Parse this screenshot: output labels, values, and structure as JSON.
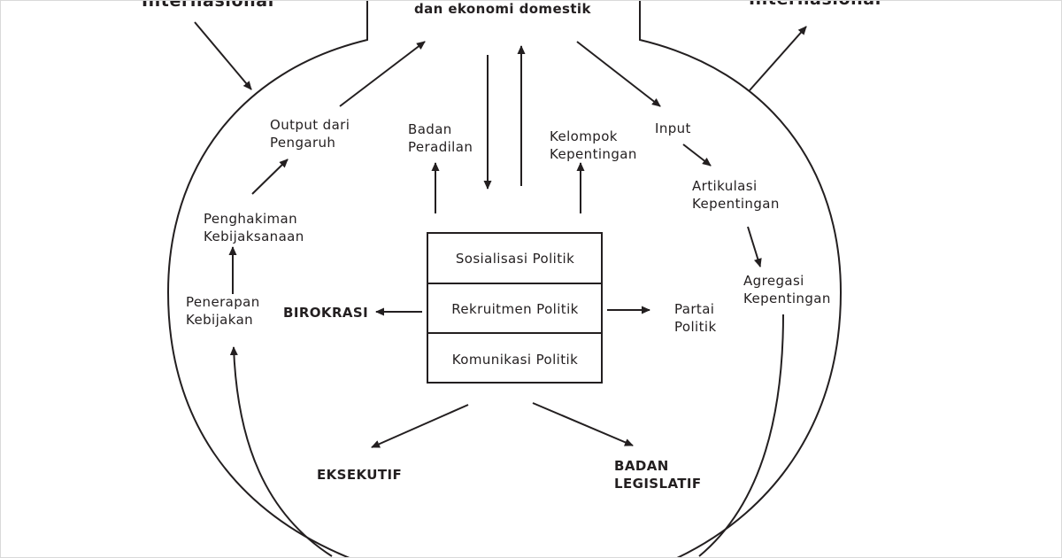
{
  "top": {
    "left_partial": "Internasional",
    "center_partial": "dan ekonomi domestik",
    "right_partial": "Internasional"
  },
  "nodes": {
    "output": [
      "Output dari",
      "Pengaruh"
    ],
    "penghakiman": [
      "Penghakiman",
      "Kebijaksanaan"
    ],
    "penerapan": [
      "Penerapan",
      "Kebijakan"
    ],
    "birokrasi": "BIROKRASI",
    "badan_peradilan": [
      "Badan",
      "Peradilan"
    ],
    "kelompok": [
      "Kelompok",
      "Kepentingan"
    ],
    "input": "Input",
    "artikulasi": [
      "Artikulasi",
      "Kepentingan"
    ],
    "agregasi": [
      "Agregasi",
      "Kepentingan"
    ],
    "partai": [
      "Partai",
      "Politik"
    ],
    "eksekutif": "EKSEKUTIF",
    "legislatif": [
      "BADAN",
      "LEGISLATIF"
    ]
  },
  "center_box": {
    "rows": [
      "Sosialisasi Politik",
      "Rekruitmen Politik",
      "Komunikasi Politik"
    ]
  },
  "colors": {
    "ink": "#231f20",
    "background": "#ffffff"
  }
}
